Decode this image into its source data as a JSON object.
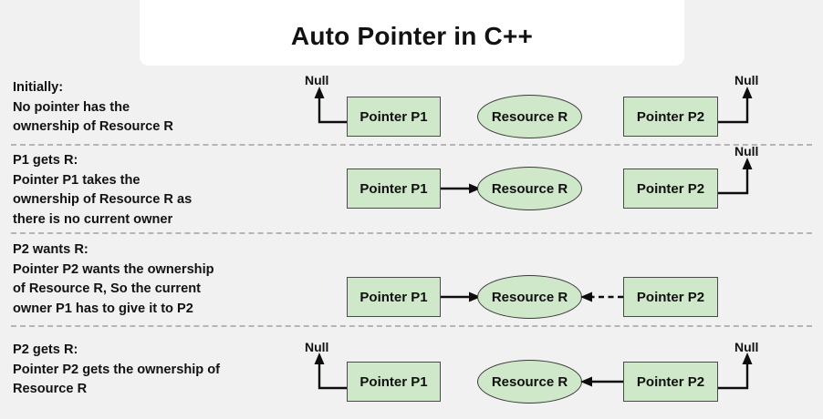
{
  "title": "Auto Pointer in C++",
  "labels": {
    "pointer_p1": "Pointer P1",
    "pointer_p2": "Pointer P2",
    "resource_r": "Resource R",
    "null": "Null"
  },
  "colors": {
    "background": "#f1f1f1",
    "title_banner": "#ffffff",
    "node_fill": "#cfe8c9",
    "node_stroke": "#4a4a4a",
    "arrow": "#0d0d0d",
    "divider": "#b5b5b5",
    "text": "#121212"
  },
  "rows": [
    {
      "id": "initially",
      "heading": "Initially:",
      "description": "No pointer has the\nownership of Resource R",
      "p1_label": "Pointer P1",
      "p2_label": "Pointer P2",
      "resource_label": "Resource R",
      "p1_null_label": "Null",
      "p2_null_label": "Null",
      "p1_state": "null",
      "p2_state": "null",
      "arrow_p1_to_resource": "none",
      "arrow_p2_to_resource": "none"
    },
    {
      "id": "p1-gets-r",
      "heading": "P1 gets R:",
      "description": "Pointer P1 takes the\nownership of Resource R as\nthere is no current owner",
      "p1_label": "Pointer P1",
      "p2_label": "Pointer P2",
      "resource_label": "Resource R",
      "p2_null_label": "Null",
      "p1_state": "owns",
      "p2_state": "null",
      "arrow_p1_to_resource": "solid",
      "arrow_p2_to_resource": "none"
    },
    {
      "id": "p2-wants-r",
      "heading": "P2 wants R:",
      "description": "Pointer P2 wants the ownership\nof Resource R, So the current\nowner P1 has to give it to P2",
      "p1_label": "Pointer P1",
      "p2_label": "Pointer P2",
      "resource_label": "Resource R",
      "p1_state": "owns",
      "p2_state": "wants",
      "arrow_p1_to_resource": "solid",
      "arrow_p2_to_resource": "dashed"
    },
    {
      "id": "p2-gets-r",
      "heading": "P2 gets R:",
      "description": "Pointer P2 gets the ownership of\nResource R",
      "p1_label": "Pointer P1",
      "p2_label": "Pointer P2",
      "resource_label": "Resource R",
      "p1_null_label": "Null",
      "p2_null_label": "Null",
      "p1_state": "null",
      "p2_state": "owns",
      "arrow_p1_to_resource": "none",
      "arrow_p2_to_resource": "solid-left"
    }
  ]
}
